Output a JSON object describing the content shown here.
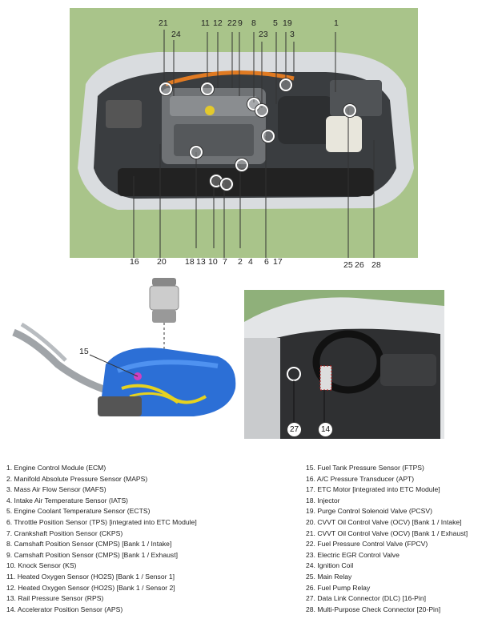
{
  "engine_callouts_top": [
    {
      "label": "21"
    },
    {
      "label": "11"
    },
    {
      "label": "12"
    },
    {
      "label": "22"
    },
    {
      "label": "9"
    },
    {
      "label": "8"
    },
    {
      "label": "5"
    },
    {
      "label": "19"
    },
    {
      "label": "1"
    },
    {
      "label": "24"
    },
    {
      "label": "23"
    },
    {
      "label": "3"
    }
  ],
  "engine_callouts_bottom": [
    {
      "label": "16"
    },
    {
      "label": "20"
    },
    {
      "label": "18"
    },
    {
      "label": "13"
    },
    {
      "label": "10"
    },
    {
      "label": "7"
    },
    {
      "label": "2"
    },
    {
      "label": "4"
    },
    {
      "label": "6"
    },
    {
      "label": "17"
    },
    {
      "label": "25"
    },
    {
      "label": "26"
    },
    {
      "label": "28"
    }
  ],
  "fuel_callout": "15",
  "interior_callouts": [
    "27",
    "14"
  ],
  "legend_left": [
    "1. Engine Control Module (ECM)",
    "2. Manifold Absolute Pressure Sensor (MAPS)",
    "3. Mass Air Flow Sensor (MAFS)",
    "4. Intake Air Temperature Sensor (IATS)",
    "5. Engine Coolant Temperature Sensor (ECTS)",
    "6. Throttle Position Sensor (TPS) [integrated into ETC Module]",
    "7. Crankshaft Position Sensor (CKPS)",
    "8. Camshaft Position Sensor (CMPS) [Bank 1 / Intake]",
    "9. Camshaft Position Sensor (CMPS) [Bank 1 / Exhaust]",
    "10. Knock Sensor (KS)",
    "11. Heated Oxygen Sensor (HO2S) [Bank 1 / Sensor 1]",
    "12. Heated Oxygen Sensor (HO2S) [Bank 1 / Sensor 2]",
    "13. Rail Pressure Sensor (RPS)",
    "14. Accelerator Position Sensor (APS)"
  ],
  "legend_right": [
    "15. Fuel Tank Pressure Sensor (FTPS)",
    "16. A/C Pressure Transducer (APT)",
    "17. ETC Motor [integrated into ETC Module]",
    "18. Injector",
    "19. Purge Control Solenoid Valve (PCSV)",
    "20. CVVT Oil Control Valve (OCV) [Bank 1 / Intake]",
    "21. CVVT Oil Control Valve (OCV) [Bank 1 / Exhaust]",
    "22. Fuel Pressure Control Valve (FPCV)",
    "23. Electric EGR Control Valve",
    "24. Ignition Coil",
    "25. Main Relay",
    "26. Fuel Pump Relay",
    "27. Data Link Connector (DLC) [16-Pin]",
    "28. Multi-Purpose Check Connector [20-Pin]"
  ]
}
